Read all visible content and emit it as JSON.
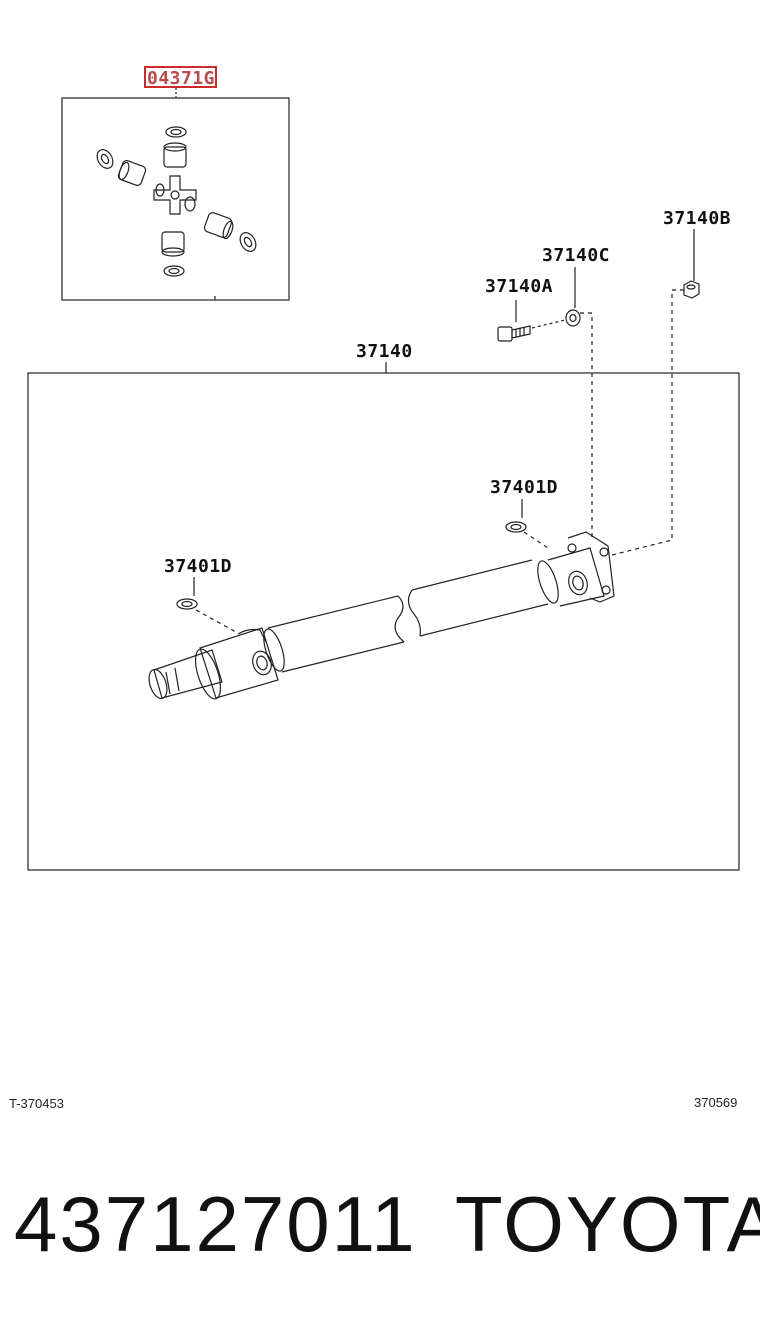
{
  "callouts": {
    "kit": "04371G",
    "shaft": "37140",
    "bolt": "37140A",
    "washer": "37140C",
    "nut": "37140B",
    "snap_ring_rear": "37401D",
    "snap_ring_front": "37401D"
  },
  "reference_codes": {
    "left": "T-370453",
    "right": "370569"
  },
  "footer": {
    "part_number": "437127011",
    "brand": "TOYOTA"
  },
  "colors": {
    "line": "#222222",
    "highlight": "#cc2b2b"
  }
}
